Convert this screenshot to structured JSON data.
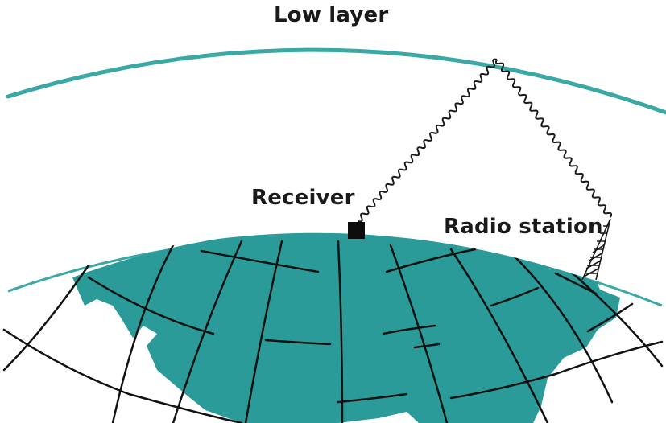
{
  "labels": {
    "low_layer": "Low layer",
    "receiver": "Receiver",
    "radio_station": "Radio station"
  },
  "colors": {
    "layer": "#3aa8a4",
    "land": "#2a9b98",
    "grid": "#111111",
    "wave": "#1a1a1a",
    "receiver": "#0d0d0d"
  }
}
